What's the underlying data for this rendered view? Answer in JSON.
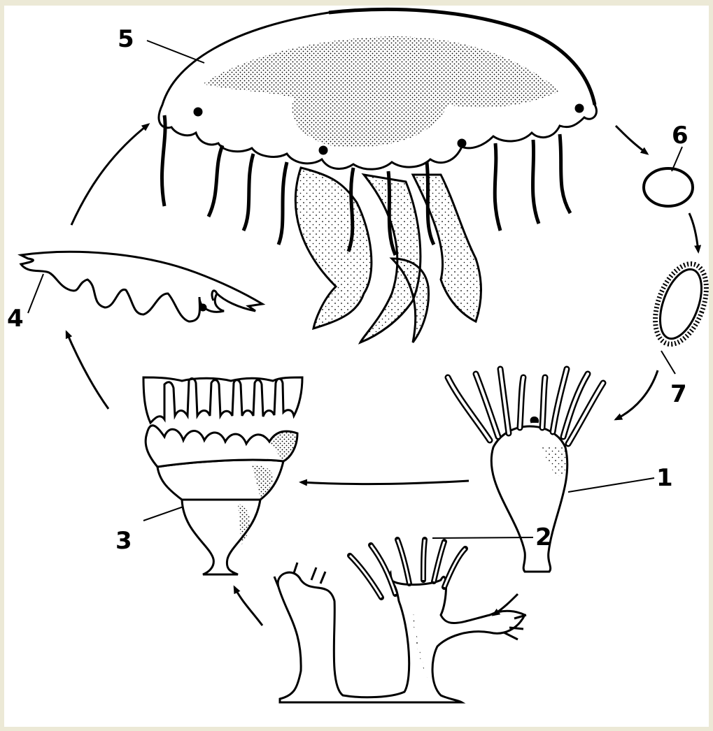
{
  "diagram": {
    "background_color": "#ece9d6",
    "panel_color": "#ffffff",
    "ink_color": "#000000",
    "labels": {
      "n1": "1",
      "n2": "2",
      "n3": "3",
      "n4": "4",
      "n5": "5",
      "n6": "6",
      "n7": "7"
    }
  }
}
